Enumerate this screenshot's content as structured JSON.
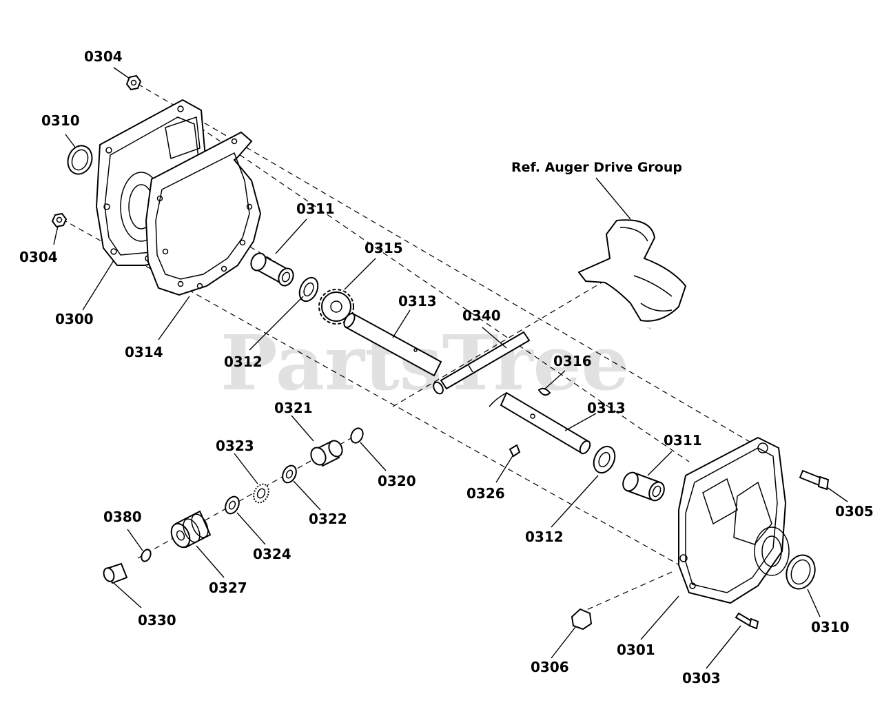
{
  "watermark": {
    "text": "PartsTree",
    "tm": "™"
  },
  "reference_note": "Ref. Auger Drive Group",
  "labels": {
    "p0304_top": "0304",
    "p0310_left": "0310",
    "p0304_left": "0304",
    "p0300": "0300",
    "p0314": "0314",
    "p0311_left": "0311",
    "p0312_left": "0312",
    "p0315": "0315",
    "p0313_upper": "0313",
    "p0340": "0340",
    "p0316": "0316",
    "p0313_lower": "0313",
    "p0311_right": "0311",
    "p0321": "0321",
    "p0320": "0320",
    "p0323": "0323",
    "p0322": "0322",
    "p0324": "0324",
    "p0380": "0380",
    "p0327": "0327",
    "p0330": "0330",
    "p0326": "0326",
    "p0312_right": "0312",
    "p0305": "0305",
    "p0310_right": "0310",
    "p0301": "0301",
    "p0306": "0306",
    "p0303": "0303"
  }
}
